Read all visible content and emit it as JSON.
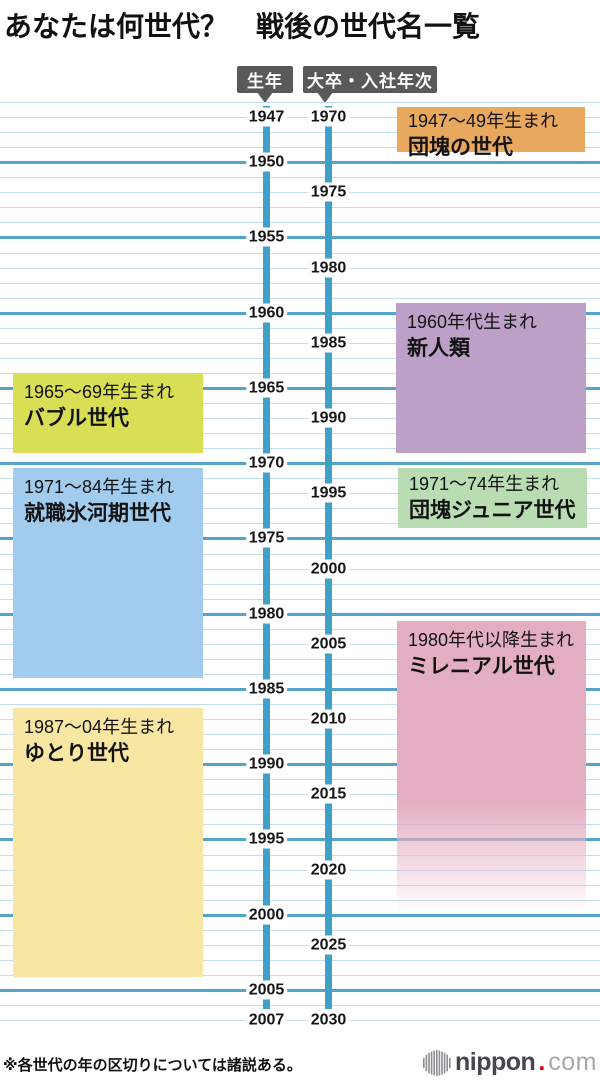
{
  "title": "あなたは何世代？　戦後の世代名一覧",
  "footnote": "※各世代の年の区切りについては諸説ある。",
  "logo": {
    "brand_bold": "nippon",
    "brand_dot": ".",
    "brand_light": "com"
  },
  "palette": {
    "tag_bg": "#595959",
    "axis_bar": "#3fa0c8",
    "grid_minor": "#c3ddee",
    "grid_major": "#55a4c9",
    "logo_red": "#e60012"
  },
  "chart_data": {
    "type": "timeline",
    "title": "あなたは何世代？　戦後の世代名一覧",
    "grid": {
      "interval_years": 1,
      "major_interval_years": 5,
      "orientation": "horizontal"
    },
    "axes": {
      "left": {
        "label": "生年",
        "start": 1947,
        "end": 2007,
        "ticks": [
          "1947",
          "1950",
          "1955",
          "1960",
          "1965",
          "1970",
          "1975",
          "1980",
          "1985",
          "1990",
          "1995",
          "2000",
          "2005",
          "2007"
        ]
      },
      "right": {
        "label": "大卒・入社年次",
        "start": 1970,
        "end": 2030,
        "ticks": [
          "1970",
          "1975",
          "1980",
          "1985",
          "1990",
          "1995",
          "2000",
          "2005",
          "2010",
          "2015",
          "2020",
          "2025",
          "2030"
        ]
      }
    },
    "generations": [
      {
        "name": "団塊の世代",
        "born": "1947〜49年生まれ",
        "birth_start": 1947,
        "birth_end": 1949,
        "color": "#e8a85e",
        "side": "right"
      },
      {
        "name": "新人類",
        "born": "1960年代生まれ",
        "birth_start": 1960,
        "birth_end": 1969,
        "color": "#bda0c8",
        "side": "right"
      },
      {
        "name": "バブル世代",
        "born": "1965〜69年生まれ",
        "birth_start": 1965,
        "birth_end": 1969,
        "color": "#d8df55",
        "side": "left"
      },
      {
        "name": "就職氷河期世代",
        "born": "1971〜84年生まれ",
        "birth_start": 1971,
        "birth_end": 1984,
        "color": "#a2ccee",
        "side": "left"
      },
      {
        "name": "団塊ジュニア世代",
        "born": "1971〜74年生まれ",
        "birth_start": 1971,
        "birth_end": 1974,
        "color": "#b9dcb2",
        "side": "right"
      },
      {
        "name": "ミレニアル世代",
        "born": "1980年代以降生まれ",
        "birth_start": 1980,
        "color": "#e3aec1",
        "side": "right",
        "fade_bottom": true
      },
      {
        "name": "ゆとり世代",
        "born": "1987〜04年生まれ",
        "birth_start": 1987,
        "birth_end": 2004,
        "color": "#f8e7a3",
        "side": "left"
      }
    ]
  }
}
